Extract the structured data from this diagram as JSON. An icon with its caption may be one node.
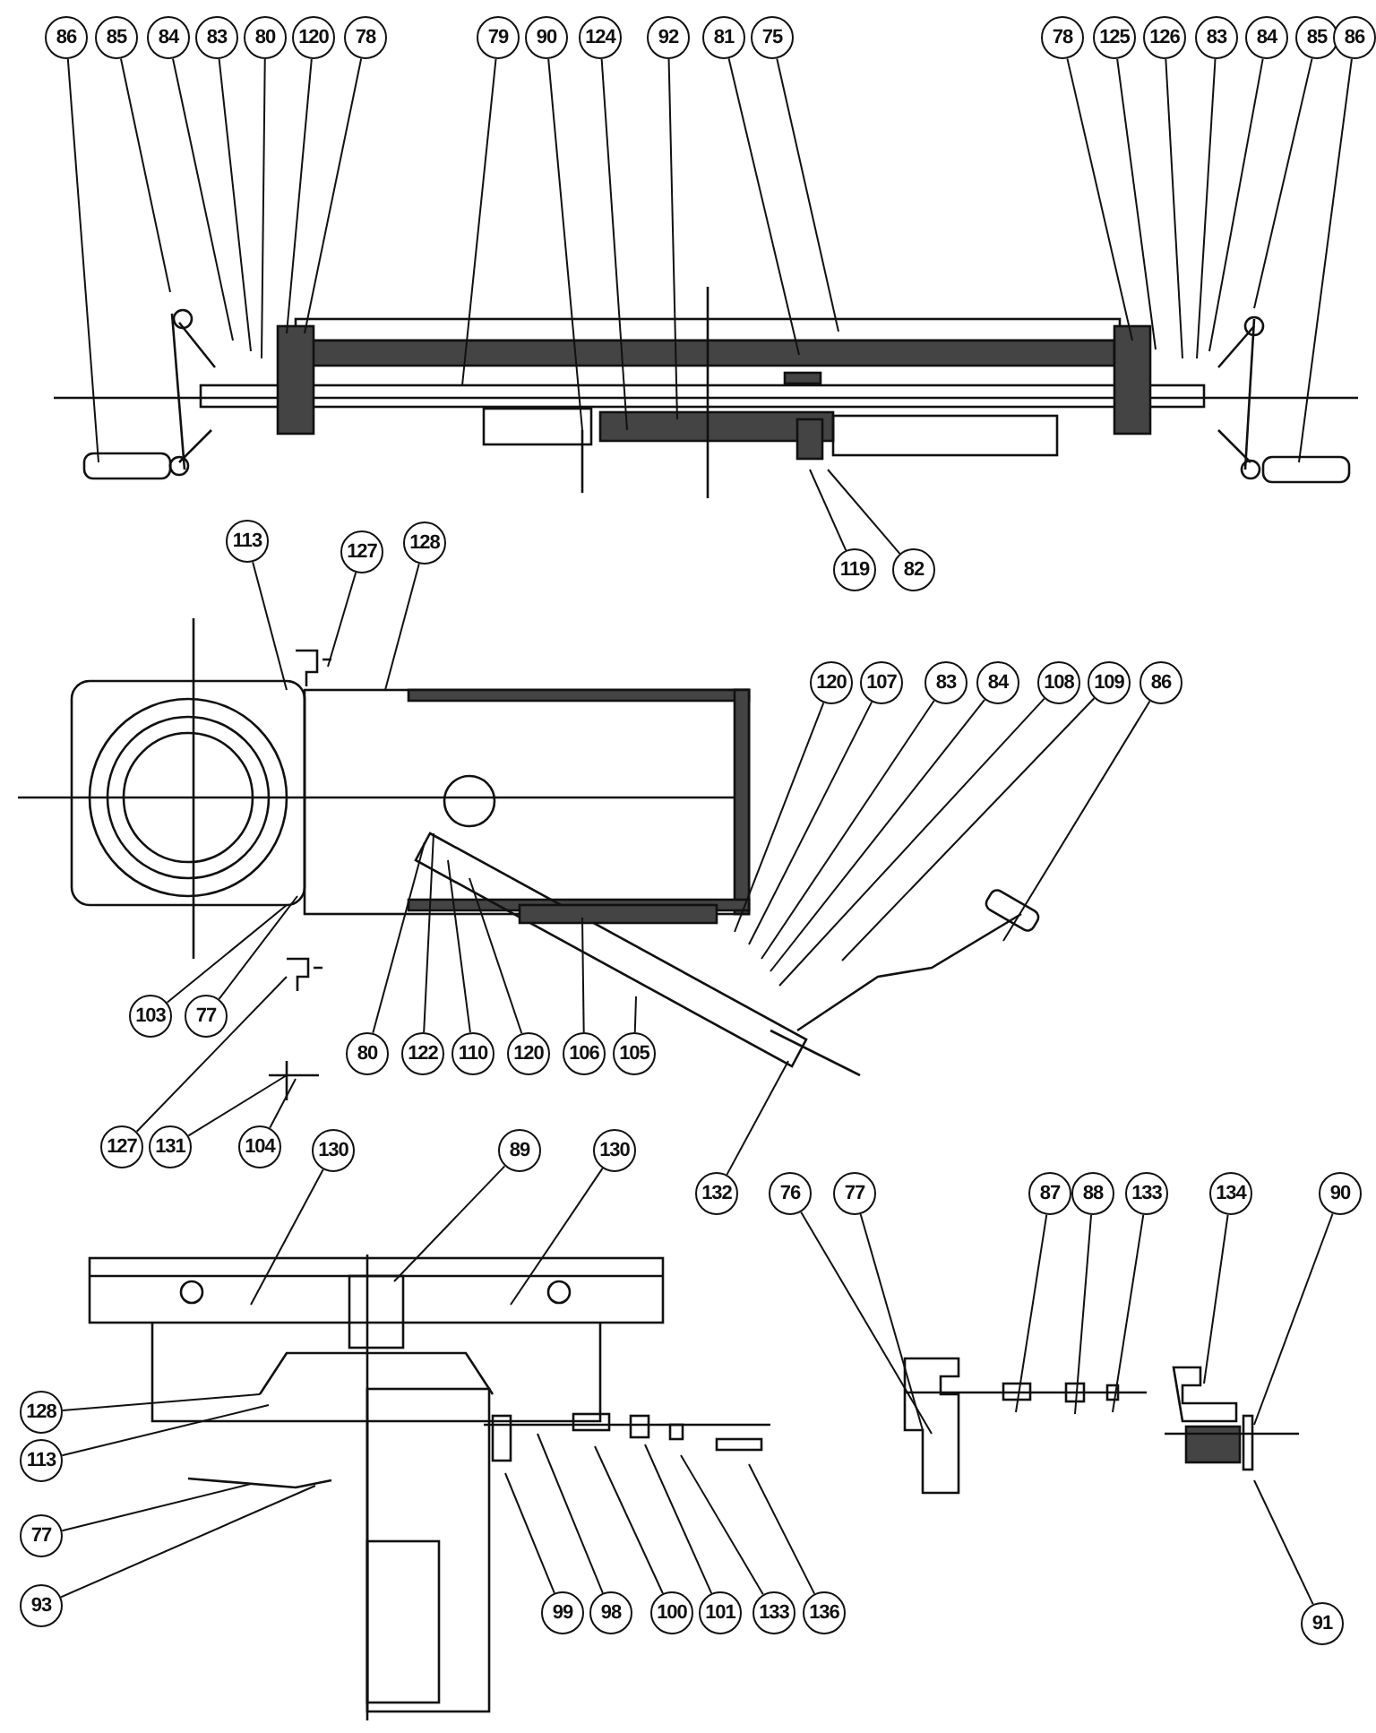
{
  "diagram": {
    "nodes": [
      {
        "text": [
          "86"
        ]
      },
      {
        "text": [
          "85"
        ]
      },
      {
        "text": [
          "84"
        ]
      },
      {
        "text": [
          "83"
        ]
      },
      {
        "text": [
          "80"
        ]
      },
      {
        "text": [
          "120"
        ]
      },
      {
        "text": [
          "78"
        ]
      },
      {
        "text": [
          "79"
        ]
      },
      {
        "text": [
          "90"
        ]
      },
      {
        "text": [
          "124"
        ]
      },
      {
        "text": [
          "92"
        ]
      },
      {
        "text": [
          "81"
        ]
      },
      {
        "text": [
          "75"
        ]
      },
      {
        "text": [
          "78"
        ]
      },
      {
        "text": [
          "125"
        ]
      },
      {
        "text": [
          "126"
        ]
      },
      {
        "text": [
          "83"
        ]
      },
      {
        "text": [
          "84"
        ]
      },
      {
        "text": [
          "85"
        ]
      },
      {
        "text": [
          "86"
        ]
      },
      {
        "text": [
          "119"
        ]
      },
      {
        "text": [
          "82"
        ]
      },
      {
        "text": [
          "113"
        ]
      },
      {
        "text": [
          "127"
        ]
      },
      {
        "text": [
          "128"
        ]
      },
      {
        "text": [
          "120"
        ]
      },
      {
        "text": [
          "107"
        ]
      },
      {
        "text": [
          "83"
        ]
      },
      {
        "text": [
          "84"
        ]
      },
      {
        "text": [
          "108"
        ]
      },
      {
        "text": [
          "109"
        ]
      },
      {
        "text": [
          "86"
        ]
      },
      {
        "text": [
          "103"
        ]
      },
      {
        "text": [
          "77"
        ]
      },
      {
        "text": [
          "80"
        ]
      },
      {
        "text": [
          "122"
        ]
      },
      {
        "text": [
          "110"
        ]
      },
      {
        "text": [
          "120"
        ]
      },
      {
        "text": [
          "106"
        ]
      },
      {
        "text": [
          "105"
        ]
      },
      {
        "text": [
          "127"
        ]
      },
      {
        "text": [
          "131"
        ]
      },
      {
        "text": [
          "104"
        ]
      },
      {
        "text": [
          "132"
        ]
      },
      {
        "text": [
          "130"
        ]
      },
      {
        "text": [
          "89"
        ]
      },
      {
        "text": [
          "130"
        ]
      },
      {
        "text": [
          "128"
        ]
      },
      {
        "text": [
          "113"
        ]
      },
      {
        "text": [
          "77"
        ]
      },
      {
        "text": [
          "93"
        ]
      },
      {
        "text": [
          "99"
        ]
      },
      {
        "text": [
          "98"
        ]
      },
      {
        "text": [
          "100"
        ]
      },
      {
        "text": [
          "101"
        ]
      },
      {
        "text": [
          "133"
        ]
      },
      {
        "text": [
          "136"
        ]
      },
      {
        "text": [
          "76"
        ]
      },
      {
        "text": [
          "77"
        ]
      },
      {
        "text": [
          "87"
        ]
      },
      {
        "text": [
          "88"
        ]
      },
      {
        "text": [
          "133"
        ]
      },
      {
        "text": [
          "134"
        ]
      },
      {
        "text": [
          "90"
        ]
      },
      {
        "text": [
          "91"
        ]
      }
    ],
    "edges": [
      {
        "from": 0,
        "to": null,
        "arrow": "none"
      },
      {
        "from": 1,
        "to": null,
        "arrow": "none"
      },
      {
        "from": 2,
        "to": null,
        "arrow": "none"
      },
      {
        "from": 3,
        "to": null,
        "arrow": "none"
      },
      {
        "from": 4,
        "to": null,
        "arrow": "none"
      },
      {
        "from": 5,
        "to": null,
        "arrow": "none"
      },
      {
        "from": 6,
        "to": null,
        "arrow": "none"
      },
      {
        "from": 7,
        "to": null,
        "arrow": "none"
      },
      {
        "from": 8,
        "to": null,
        "arrow": "none"
      },
      {
        "from": 9,
        "to": null,
        "arrow": "none"
      },
      {
        "from": 10,
        "to": null,
        "arrow": "none"
      },
      {
        "from": 11,
        "to": null,
        "arrow": "none"
      },
      {
        "from": 12,
        "to": null,
        "arrow": "none"
      },
      {
        "from": 13,
        "to": null,
        "arrow": "none"
      },
      {
        "from": 14,
        "to": null,
        "arrow": "none"
      },
      {
        "from": 15,
        "to": null,
        "arrow": "none"
      },
      {
        "from": 16,
        "to": null,
        "arrow": "none"
      },
      {
        "from": 17,
        "to": null,
        "arrow": "none"
      },
      {
        "from": 18,
        "to": null,
        "arrow": "none"
      },
      {
        "from": 19,
        "to": null,
        "arrow": "none"
      },
      {
        "from": 20,
        "to": null,
        "arrow": "none"
      },
      {
        "from": 21,
        "to": null,
        "arrow": "none"
      },
      {
        "from": 22,
        "to": null,
        "arrow": "none"
      },
      {
        "from": 23,
        "to": null,
        "arrow": "none"
      },
      {
        "from": 24,
        "to": null,
        "arrow": "none"
      },
      {
        "from": 25,
        "to": null,
        "arrow": "none"
      },
      {
        "from": 26,
        "to": null,
        "arrow": "none"
      },
      {
        "from": 27,
        "to": null,
        "arrow": "none"
      },
      {
        "from": 28,
        "to": null,
        "arrow": "none"
      },
      {
        "from": 29,
        "to": null,
        "arrow": "none"
      },
      {
        "from": 30,
        "to": null,
        "arrow": "none"
      },
      {
        "from": 31,
        "to": null,
        "arrow": "none"
      },
      {
        "from": 32,
        "to": null,
        "arrow": "none"
      },
      {
        "from": 33,
        "to": null,
        "arrow": "none"
      },
      {
        "from": 34,
        "to": null,
        "arrow": "none"
      },
      {
        "from": 35,
        "to": null,
        "arrow": "none"
      },
      {
        "from": 36,
        "to": null,
        "arrow": "none"
      },
      {
        "from": 37,
        "to": null,
        "arrow": "none"
      },
      {
        "from": 38,
        "to": null,
        "arrow": "none"
      },
      {
        "from": 39,
        "to": null,
        "arrow": "none"
      },
      {
        "from": 40,
        "to": null,
        "arrow": "none"
      },
      {
        "from": 41,
        "to": null,
        "arrow": "none"
      },
      {
        "from": 42,
        "to": null,
        "arrow": "none"
      },
      {
        "from": 43,
        "to": null,
        "arrow": "none"
      },
      {
        "from": 44,
        "to": null,
        "arrow": "none"
      },
      {
        "from": 45,
        "to": null,
        "arrow": "none"
      },
      {
        "from": 46,
        "to": null,
        "arrow": "none"
      },
      {
        "from": 47,
        "to": null,
        "arrow": "none"
      },
      {
        "from": 48,
        "to": null,
        "arrow": "none"
      },
      {
        "from": 49,
        "to": null,
        "arrow": "none"
      },
      {
        "from": 50,
        "to": null,
        "arrow": "none"
      },
      {
        "from": 51,
        "to": null,
        "arrow": "none"
      },
      {
        "from": 52,
        "to": null,
        "arrow": "none"
      },
      {
        "from": 53,
        "to": null,
        "arrow": "none"
      },
      {
        "from": 54,
        "to": null,
        "arrow": "none"
      },
      {
        "from": 55,
        "to": null,
        "arrow": "none"
      },
      {
        "from": 56,
        "to": null,
        "arrow": "none"
      },
      {
        "from": 57,
        "to": null,
        "arrow": "none"
      },
      {
        "from": 58,
        "to": null,
        "arrow": "none"
      },
      {
        "from": 59,
        "to": null,
        "arrow": "none"
      },
      {
        "from": 60,
        "to": null,
        "arrow": "none"
      },
      {
        "from": 61,
        "to": null,
        "arrow": "none"
      },
      {
        "from": 62,
        "to": null,
        "arrow": "none"
      },
      {
        "from": 63,
        "to": null,
        "arrow": "none"
      },
      {
        "from": 64,
        "to": null,
        "arrow": "none"
      }
    ]
  }
}
